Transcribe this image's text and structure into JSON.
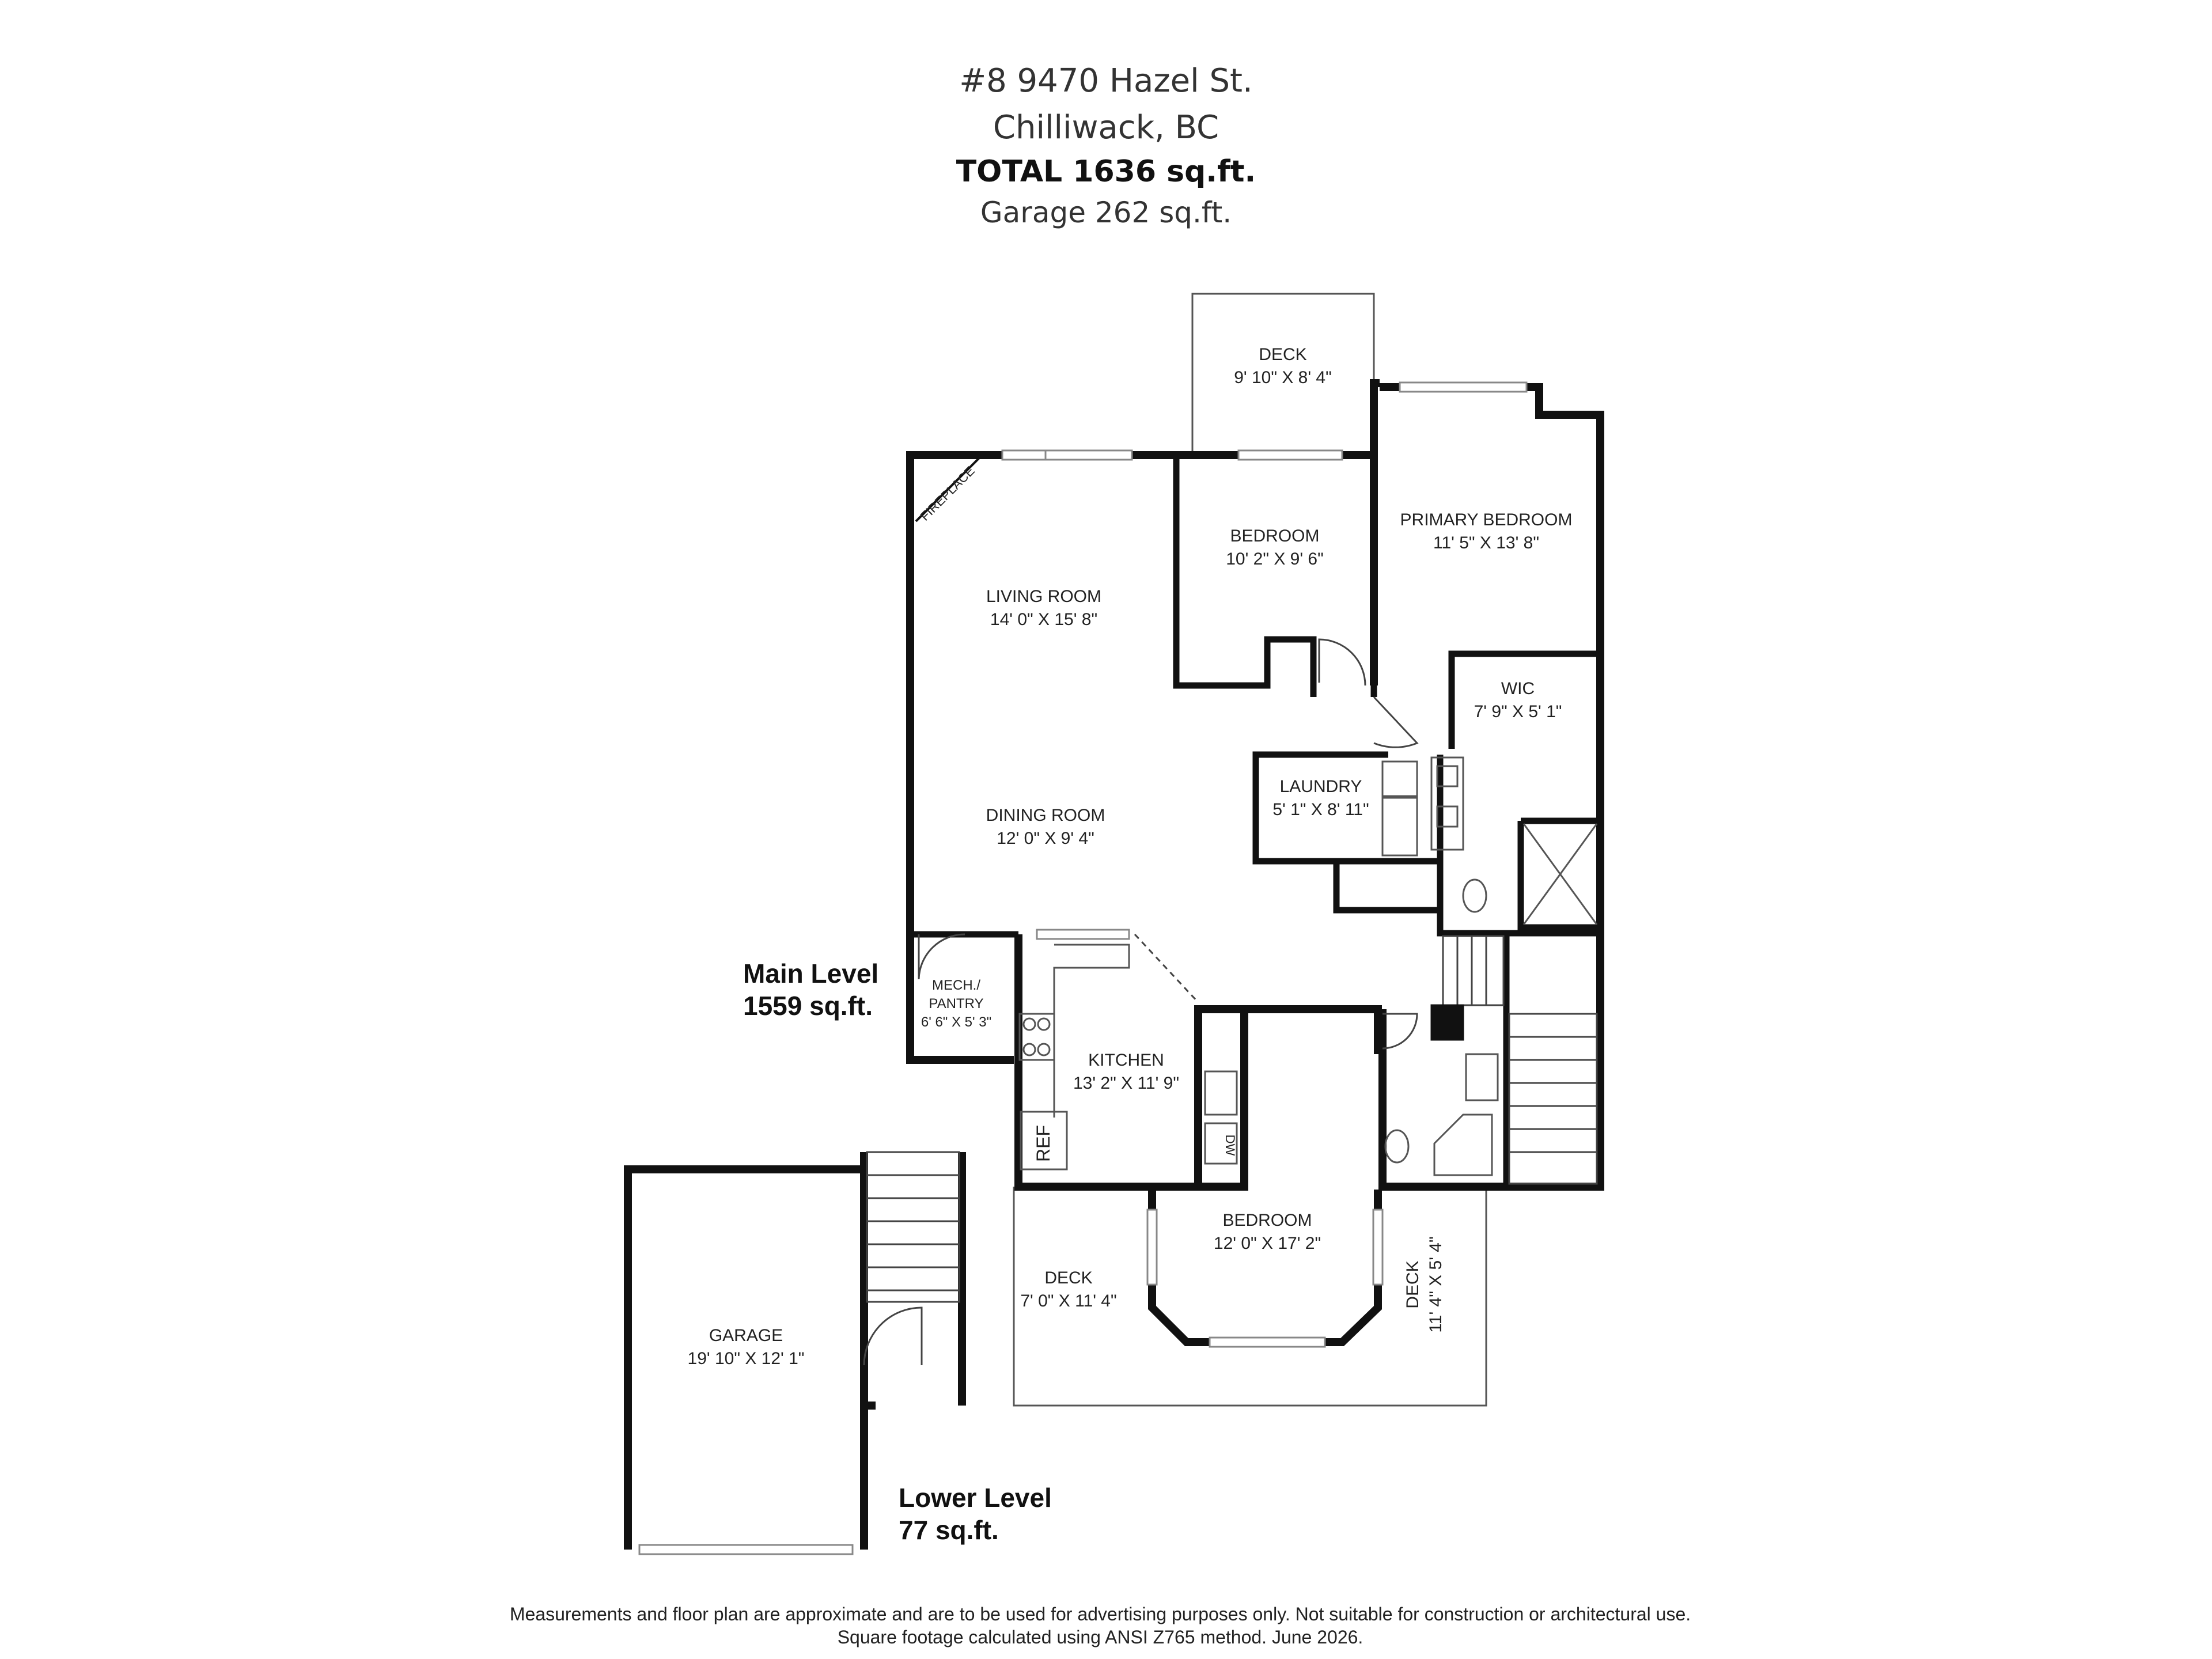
{
  "header": {
    "address_line1": "#8 9470 Hazel St.",
    "address_line2": "Chilliwack, BC",
    "total": "TOTAL  1636 sq.ft.",
    "garage_total": "Garage  262 sq.ft."
  },
  "levels": {
    "main_name": "Main Level",
    "main_area": "1559 sq.ft.",
    "lower_name": "Lower Level",
    "lower_area": "77 sq.ft."
  },
  "rooms": {
    "deck_top": {
      "name": "DECK",
      "dims": "9' 10\" X 8' 4\""
    },
    "primary_bedroom": {
      "name": "PRIMARY BEDROOM",
      "dims": "11' 5\" X 13' 8\""
    },
    "bedroom_top": {
      "name": "BEDROOM",
      "dims": "10' 2\" X 9' 6\""
    },
    "living_room": {
      "name": "LIVING ROOM",
      "dims": "14' 0\" X 15' 8\""
    },
    "fireplace": {
      "name": "FIREPLACE"
    },
    "wic": {
      "name": "WIC",
      "dims": "7' 9\" X 5' 1\""
    },
    "laundry": {
      "name": "LAUNDRY",
      "dims": "5' 1\" X 8' 11\""
    },
    "dining_room": {
      "name": "DINING ROOM",
      "dims": "12' 0\" X 9' 4\""
    },
    "mech_pantry": {
      "name1": "MECH./",
      "name2": "PANTRY",
      "dims": "6' 6\" X 5' 3\""
    },
    "kitchen": {
      "name": "KITCHEN",
      "dims": "13' 2\" X 11' 9\""
    },
    "bedroom_bottom": {
      "name": "BEDROOM",
      "dims": "12' 0\" X 17' 2\""
    },
    "deck_left": {
      "name": "DECK",
      "dims": "7' 0\" X 11' 4\""
    },
    "deck_right": {
      "name": "DECK",
      "dims": "11' 4\" X 5' 4\""
    },
    "garage": {
      "name": "GARAGE",
      "dims": "19' 10\" X 12' 1\""
    }
  },
  "fixtures": {
    "ref": "REF",
    "dw": "DW"
  },
  "disclaimer": "Measurements and floor plan are approximate and are to be used for advertising purposes only. Not suitable for construction or architectural use. Square footage calculated using ANSI Z765 method. June 2026.",
  "colors": {
    "wall": "#111111",
    "thin_line": "#555555"
  }
}
